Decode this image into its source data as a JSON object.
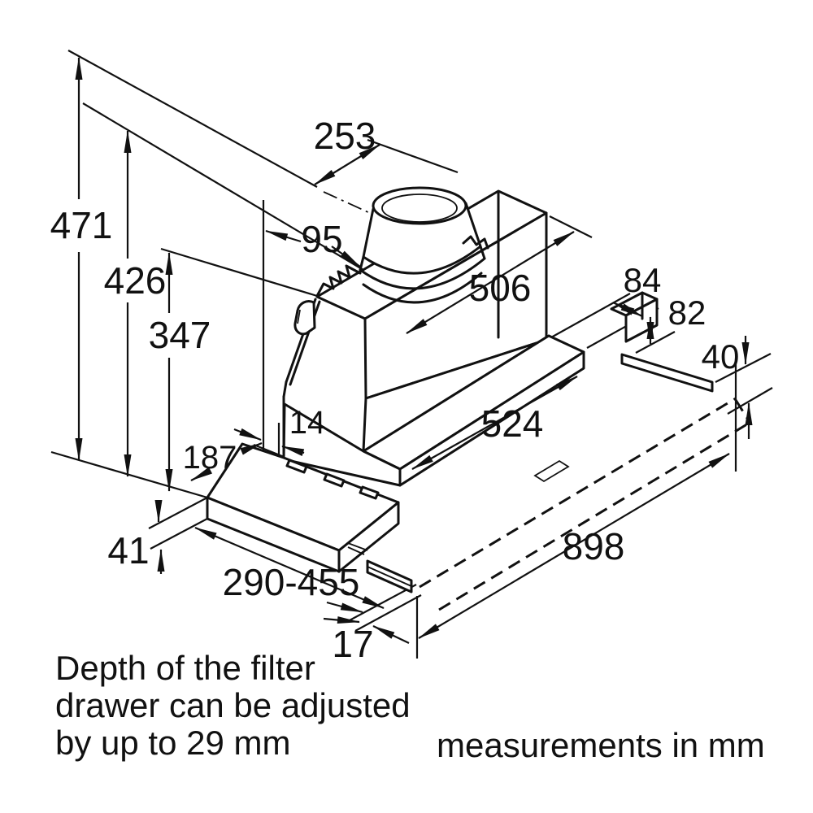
{
  "diagram": {
    "labels": {
      "total_height": "471",
      "height_without_duct": "426",
      "body_height": "347",
      "duct_offset": "253",
      "duct_rear_offset": "95",
      "top_width": "506",
      "bracket_depth": "84",
      "bracket_height": "82",
      "bottom_clearance": "40",
      "body_width": "524",
      "side_gap": "14",
      "drawer_section_depth": "187",
      "front_panel_height": "41",
      "drawer_depth_range": "290-455",
      "total_width": "898",
      "rail_width": "17"
    },
    "notes": {
      "line1": "Depth of the filter",
      "line2": "drawer can be adjusted",
      "line3": "by up to 29 mm",
      "units": "measurements in mm"
    },
    "colors": {
      "line": "#111111",
      "background": "#ffffff"
    }
  }
}
